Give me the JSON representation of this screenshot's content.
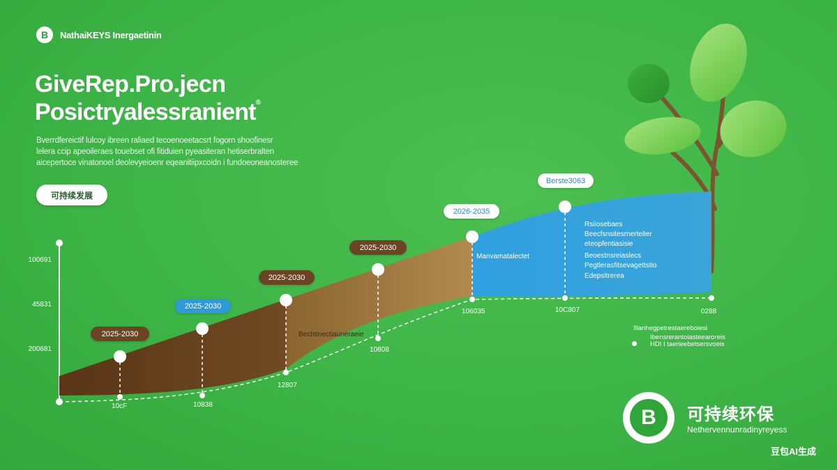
{
  "brand": {
    "logo": "B",
    "name": "NathaiKEYS Inergaetinin"
  },
  "title": {
    "line1": "GiveRep.Pro.jecn",
    "line2": "Posictryalessranient",
    "mark": "®"
  },
  "body_lines": [
    "Bverrdfereictif lulcoy ibreen raliaed tecoenoeetacsrt fogorn shoofinesr",
    "lelera ccip apeoileraes touebset ofi fitiduien pyeasiteran hetiserbralten",
    "aicepertoce vinatonoel deolevyeioenr eqeanitiipxcoidn i fundoeoneanosteree"
  ],
  "cta": {
    "label": "可持续发展"
  },
  "timeline": {
    "labels": [
      {
        "text": "2025-2030",
        "style": "brown"
      },
      {
        "text": "2025-2030",
        "style": "blue"
      },
      {
        "text": "2025-2030",
        "style": "brown"
      },
      {
        "text": "2025-2030",
        "style": "brown"
      },
      {
        "text": "2026-2035",
        "style": "blue"
      },
      {
        "text": "Berste3063",
        "style": "blue"
      }
    ],
    "bottom_values": [
      "10cF",
      "10838",
      "12807",
      "10808",
      "106035",
      "10C807",
      "0288"
    ],
    "segment_notes": [
      "Bechtinectiauneraeie",
      "Manvamatalectet"
    ],
    "right_notes": [
      "Rsiiosebaes",
      "Beecfsnsitesrnerteiter",
      "eteopfentiasisie",
      "Beoestnsreiaslecs",
      "Pegtlerasfitsevagettstio",
      "Edepsltrerea"
    ]
  },
  "axis": {
    "labels": [
      "100691",
      "45831",
      "200681"
    ]
  },
  "legend": {
    "line1": "Illanhegpetrestaereboiesi",
    "line2": "Ibensrerantoiasteearoreis",
    "line3": "HDI I taerieebetsersvoeis"
  },
  "badge": {
    "logo": "B",
    "title": "可持续环保",
    "subtitle": "Nethervennunradinyreyess"
  },
  "watermark": "豆包AI生成",
  "colors": {
    "background": "#3db446",
    "brown": "#6b4523",
    "tan": "#a57f47",
    "blue": "#2e9ad8",
    "leaf": "#7cd35a",
    "trunk": "#7a5530"
  }
}
